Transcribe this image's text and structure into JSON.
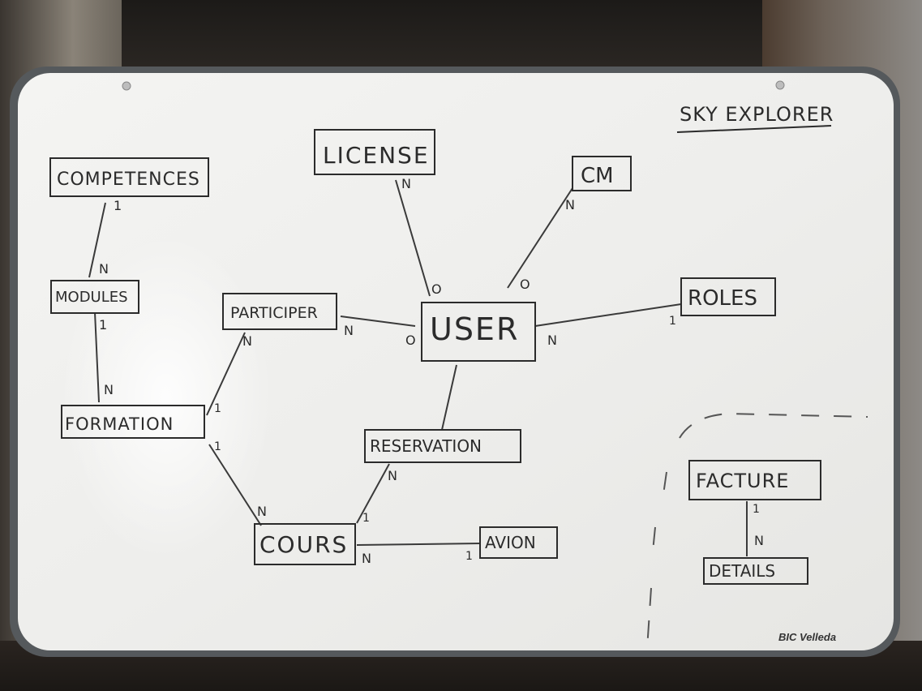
{
  "title": "SKY EXPLORER",
  "brand": "BIC Velleda",
  "entities": {
    "competences": "COMPETENCES",
    "license": "LICENSE",
    "cm": "CM",
    "modules": "MODULES",
    "participer": "PARTICIPER",
    "user": "USER",
    "roles": "ROLES",
    "formation": "FORMATION",
    "reservation": "RESERVATION",
    "facture": "FACTURE",
    "cours": "COURS",
    "avion": "AVION",
    "details": "DETAILS"
  },
  "cardinalities": {
    "competences_modules_top": "1",
    "competences_modules_bottom": "N",
    "modules_formation_top": "1",
    "modules_formation_bottom": "N",
    "license_user_top": "N",
    "license_user_bottom": "O",
    "cm_user_top": "N",
    "cm_user_bottom": "O",
    "participer_user_left": "N",
    "participer_user_right": "O",
    "user_roles_left": "N",
    "user_roles_right": "1",
    "participer_formation_top": "N",
    "participer_formation_bottom": "1",
    "formation_cours_top": "1",
    "formation_cours_bottom": "N",
    "reservation_cours_top": "N",
    "reservation_cours_bottom": "1",
    "cours_avion_left": "N",
    "cours_avion_right": "1",
    "facture_details_top": "1",
    "facture_details_bottom": "N"
  }
}
